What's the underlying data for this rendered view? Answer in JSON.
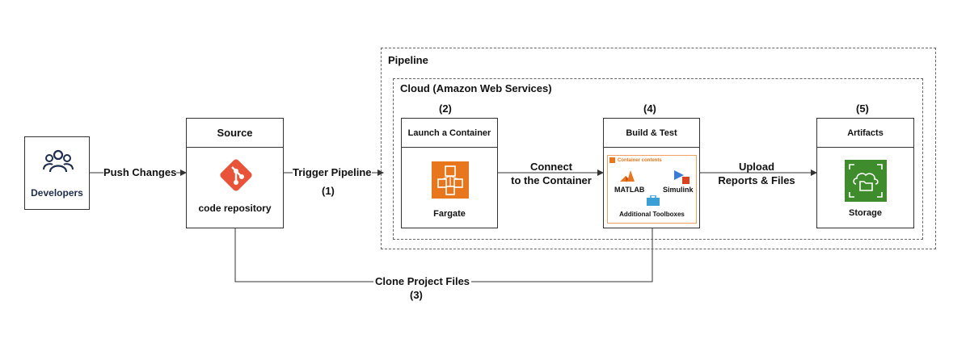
{
  "pipeline": {
    "title": "Pipeline"
  },
  "cloud": {
    "title": "Cloud (Amazon Web Services)"
  },
  "developers": {
    "label": "Developers",
    "icon": "users-icon"
  },
  "source": {
    "title": "Source",
    "label": "code repository",
    "icon": "git-icon"
  },
  "launch": {
    "step": "(2)",
    "title": "Launch a Container",
    "label": "Fargate",
    "icon": "fargate-icon"
  },
  "build": {
    "step": "(4)",
    "title": "Build & Test",
    "container_label": "Container contents",
    "matlab": "MATLAB",
    "simulink": "Simulink",
    "toolboxes": "Additional Toolboxes"
  },
  "artifacts": {
    "step": "(5)",
    "title": "Artifacts",
    "label": "Storage",
    "icon": "storage-icon"
  },
  "edges": {
    "push": "Push Changes",
    "trigger": "Trigger Pipeline",
    "trigger_step": "(1)",
    "connect_line1": "Connect",
    "connect_line2": "to the Container",
    "upload_line1": "Upload",
    "upload_line2": "Reports & Files",
    "clone": "Clone Project Files",
    "clone_step": "(3)"
  },
  "colors": {
    "git": "#e8533a",
    "fargate": "#e8761c",
    "storage": "#3f8c2c",
    "container_border": "#f0a060"
  }
}
